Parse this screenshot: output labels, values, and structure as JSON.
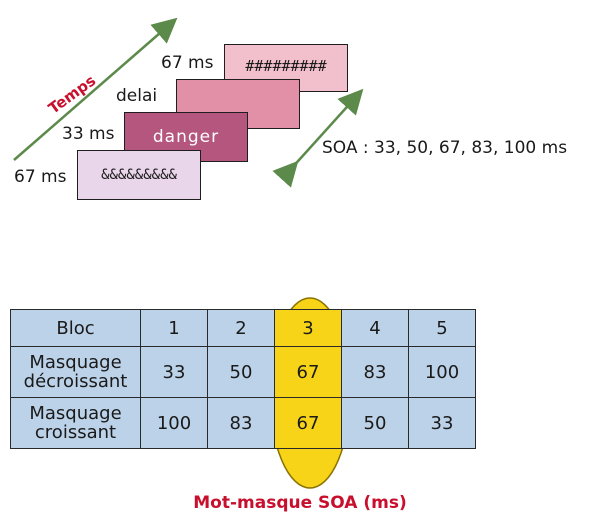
{
  "diagram": {
    "time_axis_label": "Temps",
    "sequence": [
      {
        "duration": "67 ms",
        "content": "&&&&&&&&&",
        "color": "#ead6ea"
      },
      {
        "duration": "33 ms",
        "content": "danger",
        "color": "#b5567e"
      },
      {
        "duration": "delai",
        "content": "",
        "color": "#e28fa8"
      },
      {
        "duration": "67 ms",
        "content": "#########",
        "color": "#f2c0cc"
      }
    ],
    "soa_label": "SOA : 33, 50, 67, 83, 100 ms"
  },
  "table": {
    "header": [
      "Bloc",
      "1",
      "2",
      "3",
      "4",
      "5"
    ],
    "rows": [
      {
        "label": "Masquage décroissant",
        "label_lines": [
          "Masquage",
          "décroissant"
        ],
        "values": [
          "33",
          "50",
          "67",
          "83",
          "100"
        ]
      },
      {
        "label": "Masquage croissant",
        "label_lines": [
          "Masquage",
          "croissant"
        ],
        "values": [
          "100",
          "83",
          "67",
          "50",
          "33"
        ]
      }
    ],
    "highlighted_column": "3",
    "highlight_color": "#f7d417",
    "cell_color": "#bcd2e8"
  },
  "caption": "Mot-masque SOA (ms)"
}
